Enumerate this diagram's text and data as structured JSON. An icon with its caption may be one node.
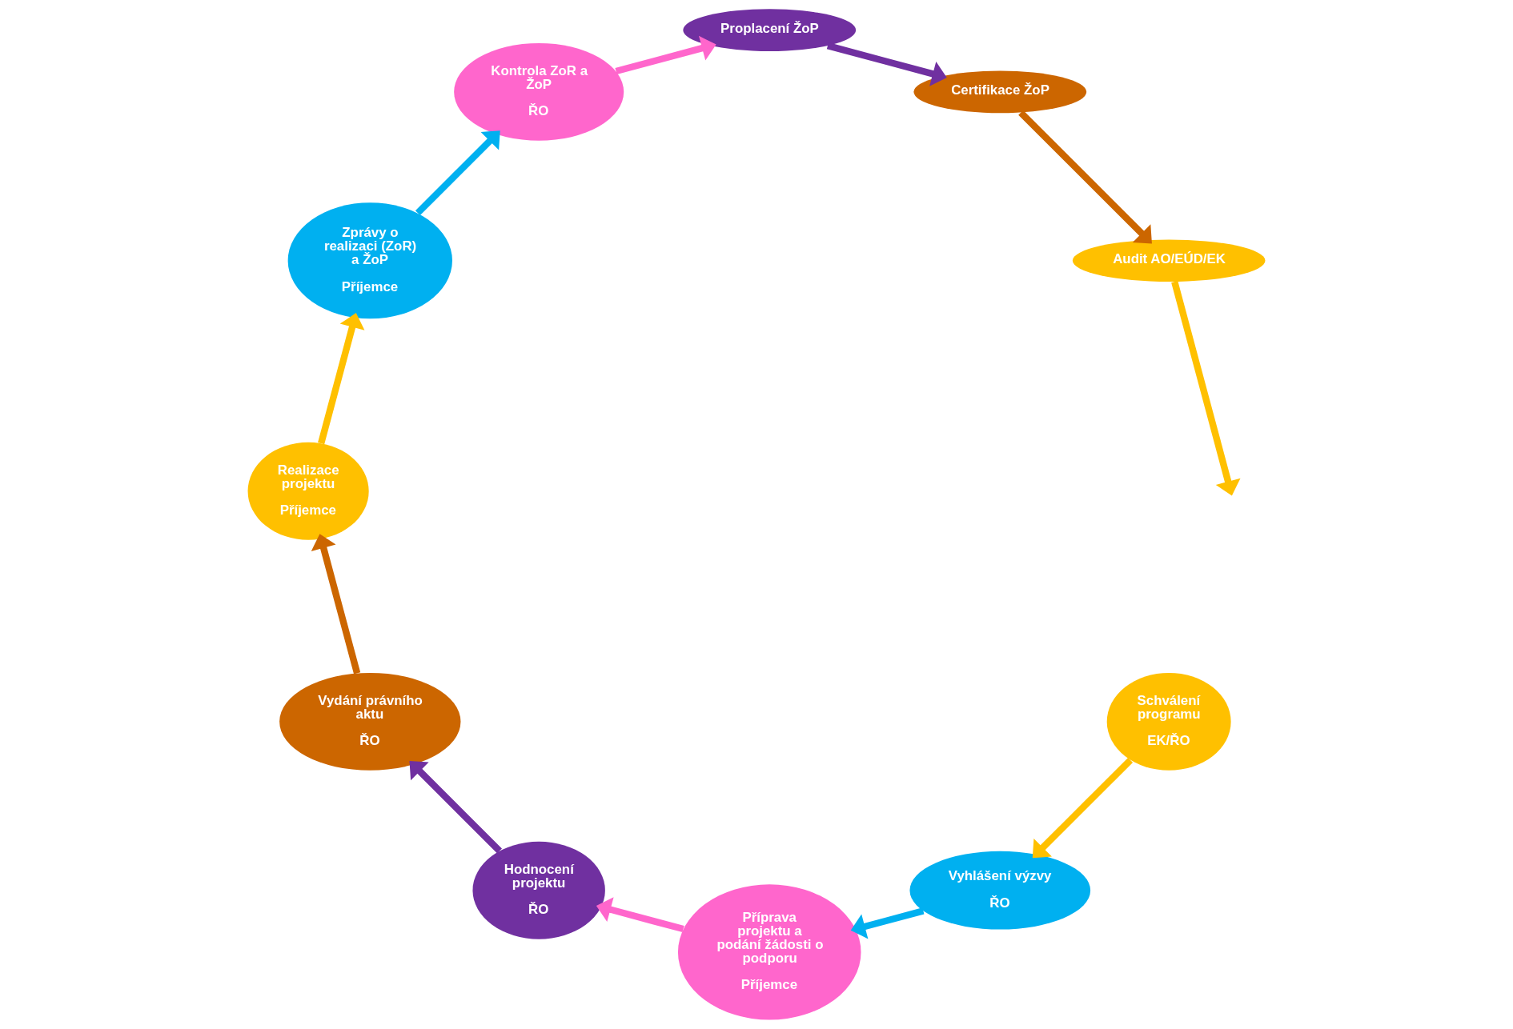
{
  "diagram": {
    "nodes": [
      {
        "text": [
          "Schválení programu",
          "EK/ŘO"
        ]
      },
      {
        "text": [
          "Vyhlášení výzvy",
          "ŘO"
        ]
      },
      {
        "text": [
          "Příprava projektu a podání žádosti o podporu",
          "Příjemce"
        ]
      },
      {
        "text": [
          "Hodnocení projektu",
          "ŘO"
        ]
      },
      {
        "text": [
          "Vydání právního aktu",
          "ŘO"
        ]
      },
      {
        "text": [
          "Realizace projektu",
          "Příjemce"
        ]
      },
      {
        "text": [
          "Zprávy o realizaci (ZoR) a ŽoP",
          "Příjemce"
        ]
      },
      {
        "text": [
          "Kontrola ZoR a ŽoP",
          "ŘO"
        ]
      },
      {
        "text": [
          "Proplacení ŽoP"
        ]
      },
      {
        "text": [
          "Certifikace ŽoP"
        ]
      },
      {
        "text": [
          "Audit AO/EÚD/EK"
        ]
      }
    ],
    "edges": [
      {
        "from": 0,
        "to": 1,
        "arrow": "to",
        "color": "#ffc000"
      },
      {
        "from": 1,
        "to": 2,
        "arrow": "to",
        "color": "#00b0f0"
      },
      {
        "from": 2,
        "to": 3,
        "arrow": "to",
        "color": "#ff66cc"
      },
      {
        "from": 3,
        "to": 4,
        "arrow": "to",
        "color": "#7030a0"
      },
      {
        "from": 4,
        "to": 5,
        "arrow": "to",
        "color": "#cc6600"
      },
      {
        "from": 5,
        "to": 6,
        "arrow": "to",
        "color": "#ffc000"
      },
      {
        "from": 6,
        "to": 7,
        "arrow": "to",
        "color": "#00b0f0"
      },
      {
        "from": 7,
        "to": 8,
        "arrow": "to",
        "color": "#ff66cc"
      },
      {
        "from": 8,
        "to": 9,
        "arrow": "to",
        "color": "#7030a0"
      },
      {
        "from": 9,
        "to": 10,
        "arrow": "to",
        "color": "#cc6600"
      },
      {
        "from": 10,
        "to": null,
        "arrow": "to",
        "color": "#ffc000"
      }
    ]
  }
}
